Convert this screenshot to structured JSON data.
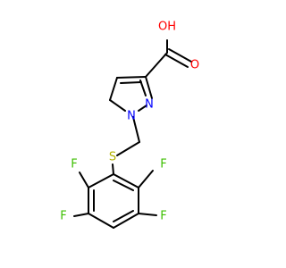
{
  "molecule": {
    "colors": {
      "bond": "#000000",
      "oxygen": "#ff0000",
      "nitrogen": "#0000ff",
      "sulfur": "#b2b200",
      "fluorine": "#3cbe00"
    },
    "atoms": {
      "oh": "OH",
      "o": "O",
      "n1": "N",
      "n2": "N",
      "s": "S",
      "f_upper_left": "F",
      "f_upper_right": "F",
      "f_lower_left": "F",
      "f_lower_right": "F"
    }
  }
}
